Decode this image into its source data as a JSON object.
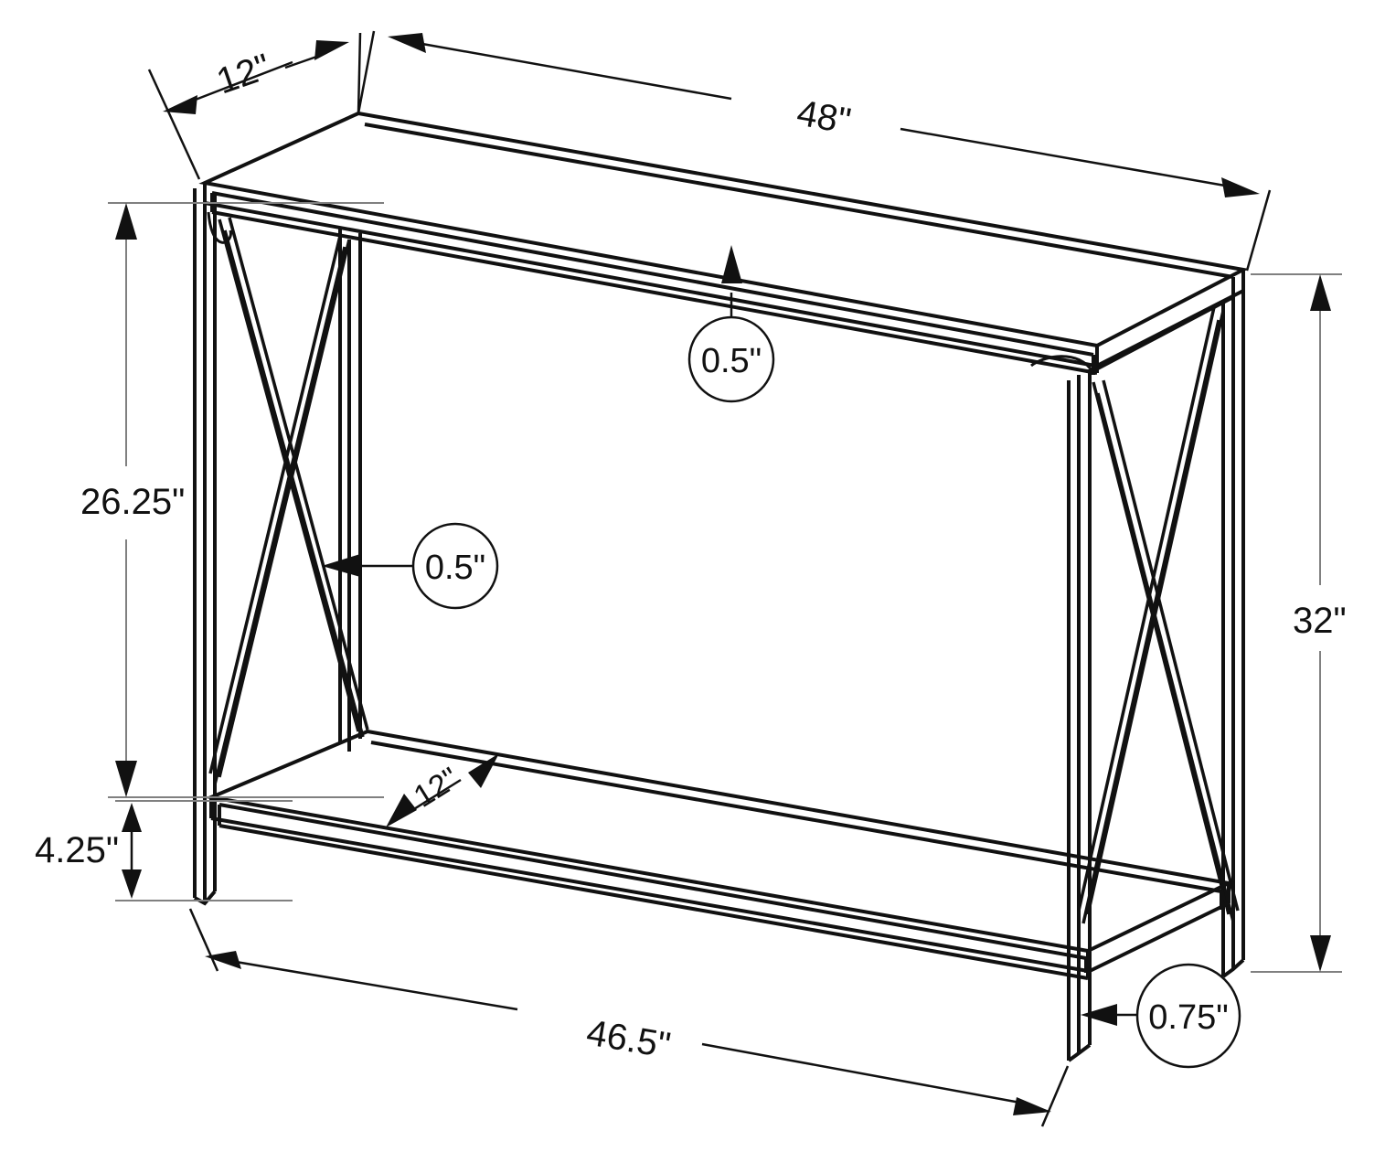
{
  "drawing": {
    "title": "Console Table Dimensioned Technical Drawing",
    "background_color": "#ffffff",
    "line_color": "#111111",
    "thin_line_color": "#6d6d6d",
    "units": "inches"
  },
  "dimensions": {
    "top_depth": "12\"",
    "top_width": "48\"",
    "left_height": "26.25\"",
    "right_height": "32\"",
    "leg_bottom": "4.25\"",
    "shelf_depth": "12\"",
    "shelf_width": "46.5\""
  },
  "callouts": [
    {
      "id": "top-thickness",
      "label": "0.5\""
    },
    {
      "id": "brace-thickness",
      "label": "0.5\""
    },
    {
      "id": "leg-thickness",
      "label": "0.75\""
    }
  ],
  "product": {
    "type": "console-table",
    "features": [
      "rectangular-top",
      "x-brace-sides",
      "lower-shelf",
      "four-legs"
    ]
  }
}
